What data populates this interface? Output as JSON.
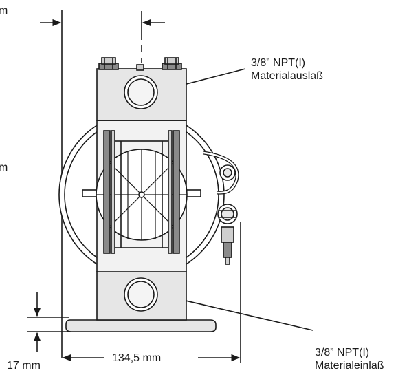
{
  "callouts": {
    "outlet": {
      "size": "3/8” NPT(I)",
      "name": "Materialauslaß"
    },
    "inlet": {
      "size": "3/8” NPT(I)",
      "name": "Materialeinlaß"
    }
  },
  "dimensions": {
    "base_height": "17 mm",
    "width": "134,5 mm",
    "cut_left_top": "m",
    "cut_left_mid": "m"
  },
  "colors": {
    "ink": "#1a1a1a",
    "fill_light": "#e6e6e6",
    "fill_mid": "#cfcfcf",
    "fill_dark": "#8a8a8a",
    "background": "#ffffff"
  }
}
